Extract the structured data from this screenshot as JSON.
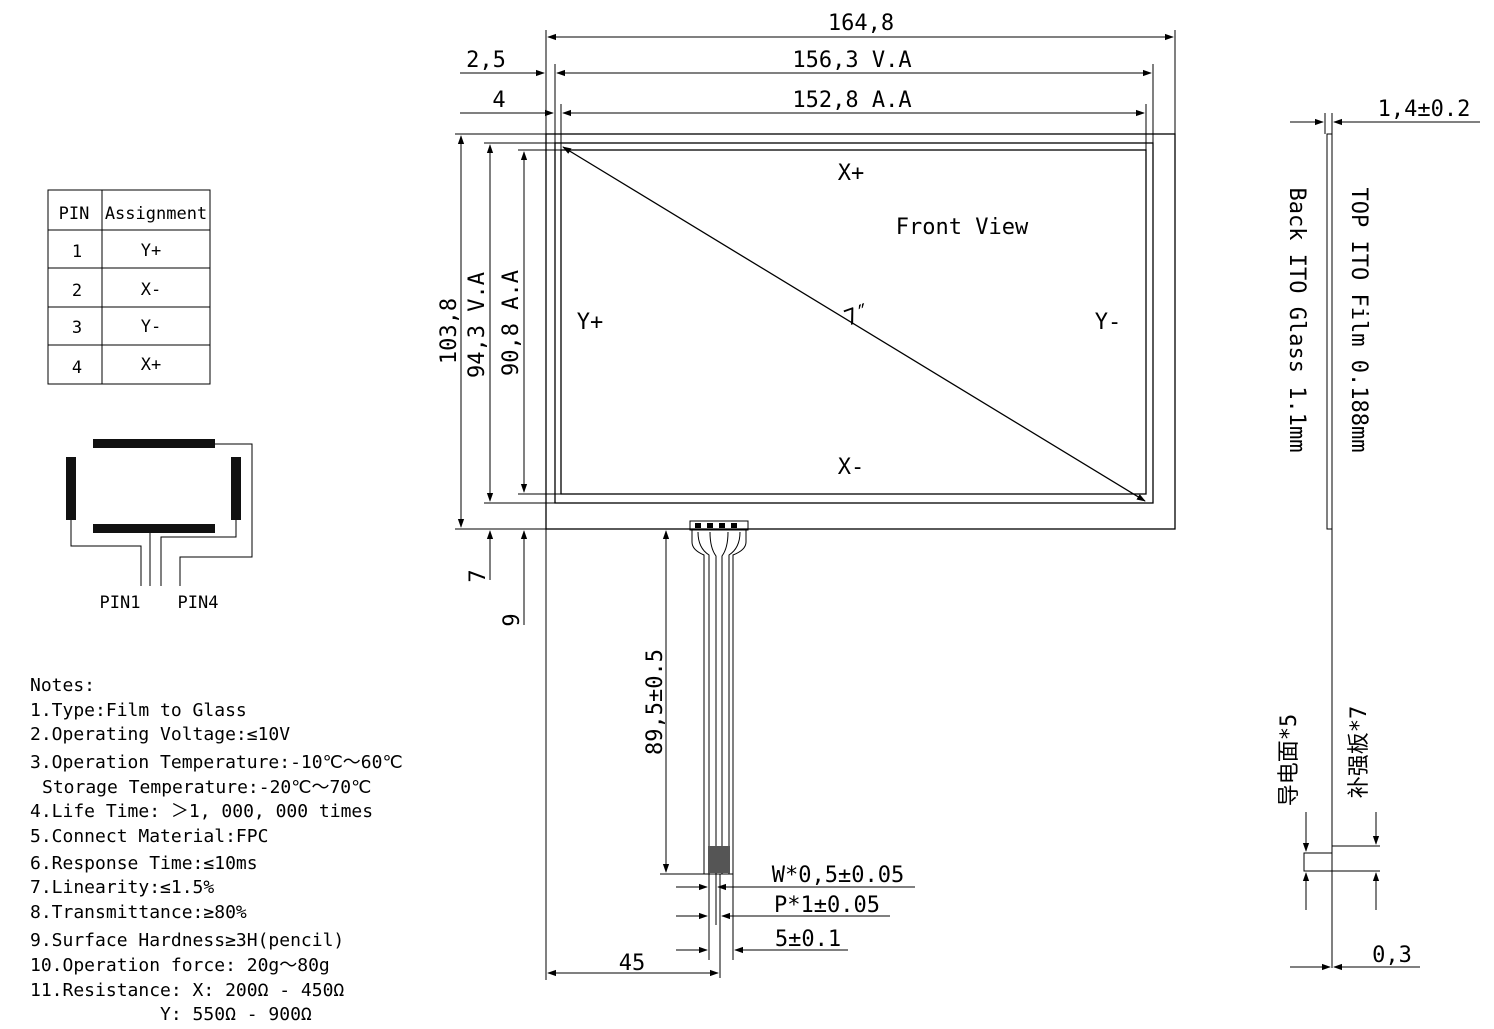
{
  "pin_table": {
    "header": {
      "pin": "PIN",
      "assignment": "Assignment"
    },
    "rows": [
      {
        "pin": "1",
        "assignment": "Y+"
      },
      {
        "pin": "2",
        "assignment": "X-"
      },
      {
        "pin": "3",
        "assignment": "Y-"
      },
      {
        "pin": "4",
        "assignment": "X+"
      }
    ]
  },
  "connector_diagram": {
    "pin1_label": "PIN1",
    "pin4_label": "PIN4"
  },
  "front_view": {
    "title": "Front View",
    "x_plus": "X+",
    "x_minus": "X-",
    "y_plus": "Y+",
    "y_minus": "Y-",
    "diagonal": "7″"
  },
  "dimensions": {
    "overall_width": "164,8",
    "offset_va": "2,5",
    "view_area_width": "156,3 V.A",
    "offset_aa": "4",
    "active_area_width": "152,8 A.A",
    "overall_height": "103,8",
    "view_area_height": "94,3 V.A",
    "active_area_height": "90,8 A.A",
    "bottom_offset_7": "7",
    "bottom_offset_9": "9",
    "tail_length": "89,5±0.5",
    "tail_offset": "45",
    "finger_width": "W*0,5±0.05",
    "pitch": "P*1±0.05",
    "tail_width": "5±0.1",
    "thickness": "1,4±0.2",
    "stiffener_thickness": "0,3"
  },
  "side_view": {
    "top_film": "TOP ITO Film 0.188mm",
    "back_glass": "Back ITO Glass 1.1mm",
    "conductive_side": "导电面*5",
    "stiffener": "补强板*7"
  },
  "notes": {
    "title": "Notes:",
    "items": [
      "1.Type:Film to Glass",
      "2.Operating Voltage:≤10V",
      "3.Operation Temperature:-10℃～60℃",
      " Storage Temperature:-20℃～70℃",
      "4.Life Time: ＞1, 000, 000 times",
      "5.Connect Material:FPC",
      "6.Response Time:≤10ms",
      "7.Linearity:≤1.5%",
      "8.Transmittance:≥80%",
      "9.Surface Hardness≥3H(pencil)",
      "10.Operation force: 20g～80g",
      "11.Resistance: X: 200Ω - 450Ω",
      "            Y: 550Ω - 900Ω"
    ]
  }
}
